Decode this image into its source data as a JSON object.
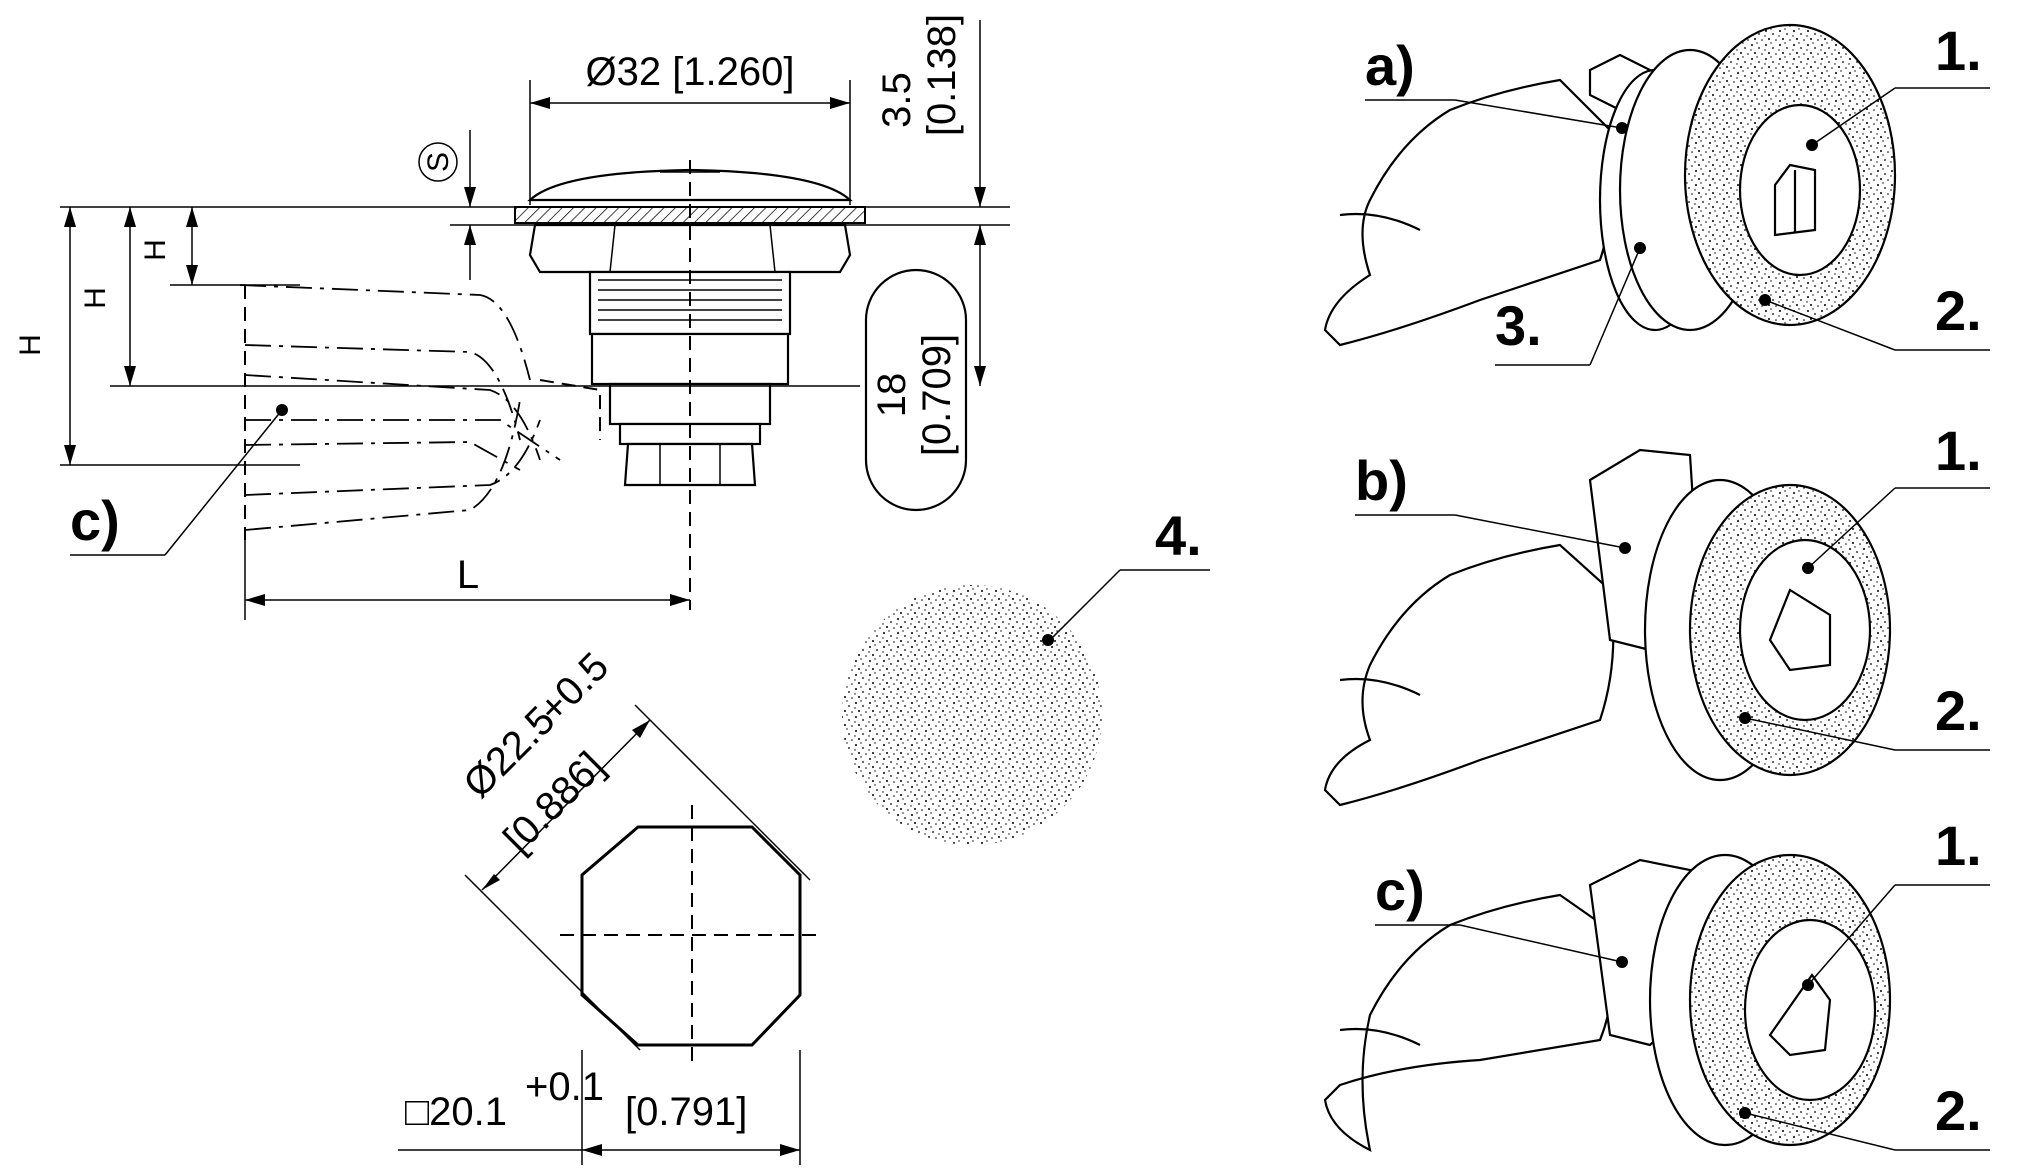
{
  "dims": {
    "diameter_top": "Ø32 [1.260]",
    "s_symbol": "S",
    "h1": "H",
    "h2": "H",
    "h3": "H",
    "flange_thickness": "3.5",
    "flange_thickness_in": "[0.138]",
    "depth": "18",
    "depth_in": "[0.709]",
    "length": "L",
    "cutout_diameter": "Ø22.5",
    "cutout_tolerance": "+0.5",
    "cutout_in": "[0.886]",
    "square": "□20.1",
    "square_tolerance": "+0.1",
    "square_in": "[0.791]"
  },
  "labels": {
    "side_c": "c)",
    "texture": "4.",
    "variant_a": "a)",
    "variant_b": "b)",
    "variant_c": "c)",
    "a_1": "1.",
    "a_2": "2.",
    "a_3": "3.",
    "b_1": "1.",
    "b_2": "2.",
    "c_1": "1.",
    "c_2": "2."
  }
}
